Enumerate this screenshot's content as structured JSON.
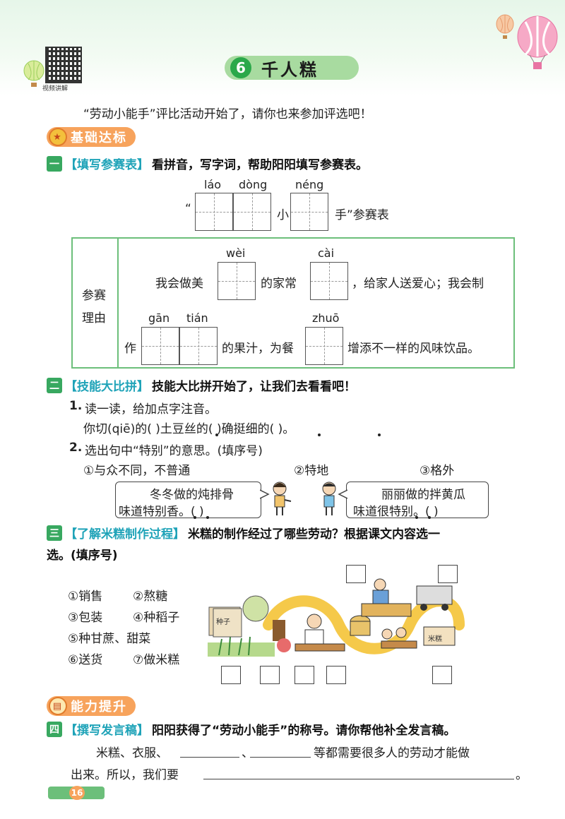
{
  "header": {
    "lesson_num": "6",
    "lesson_title": "千人糕",
    "qr_label": "视频讲解"
  },
  "intro": "“劳动小能手”评比活动开始了，请你也来参加评选吧！",
  "basic_section": {
    "label": "基础达标"
  },
  "q1": {
    "num": "一",
    "tag": "【填写参赛表】",
    "instruction": "看拼音，写字词，帮助阳阳填写参赛表。",
    "pinyin_laodong_1": "láo",
    "pinyin_laodong_2": "dòng",
    "pinyin_neng": "néng",
    "open_quote": "“",
    "xiao": "小",
    "title_end": "手”参赛表",
    "reason_label_1": "参赛",
    "reason_label_2": "理由",
    "pinyin_wei": "wèi",
    "pinyin_cai": "cài",
    "row1_a": "我会做美",
    "row1_b": "的家常",
    "row1_c": "，给家人送爱心；我会制",
    "pinyin_gan": "gān",
    "pinyin_tian": "tián",
    "pinyin_zhuo": "zhuō",
    "row2_a": "作",
    "row2_b": "的果汁，为餐",
    "row2_c": "增添不一样的风味饮品。"
  },
  "q2": {
    "num": "二",
    "tag": "【技能大比拼】",
    "instruction": "技能大比拼开始了，让我们去看看吧！",
    "sub1_num": "1.",
    "sub1_text": "读一读，给加点字注音。",
    "sub1_sentence": "你切(qiē)的(      )土豆丝的(      )确挺细的(      )。",
    "sub2_num": "2.",
    "sub2_text": "选出句中“特别”的意思。(填序号)",
    "options": [
      "①与众不同，不普通",
      "②特地",
      "③格外"
    ],
    "bubble_left_1": "冬冬做的炖排骨",
    "bubble_left_2": "味道特别香。(      )",
    "bubble_right_1": "丽丽做的拌黄瓜",
    "bubble_right_2": "味道很特别。(      )"
  },
  "q3": {
    "num": "三",
    "tag": "【了解米糕制作过程】",
    "instruction_1": "米糕的制作经过了哪些劳动？根据课文内容选一",
    "instruction_2": "选。(填序号)",
    "choices": [
      "①销售",
      "②熬糖",
      "③包装",
      "④种稻子",
      "⑤种甘蔗、甜菜",
      "⑥送货",
      "⑦做米糕"
    ],
    "seed_bag": "种子",
    "rice_box": "米糕"
  },
  "advance_section": {
    "label": "能力提升"
  },
  "q4": {
    "num": "四",
    "tag": "【撰写发言稿】",
    "instruction": "阳阳获得了“劳动小能手”的称号。请你帮他补全发言稿。",
    "line1_a": "米糕、衣服、",
    "line1_sep": "、",
    "line1_b": "等都需要很多人的劳动才能做",
    "line2_a": "出来。所以，我们要",
    "line2_end": "。"
  },
  "footer": {
    "page_num": "16"
  },
  "colors": {
    "green": "#38a860",
    "teal": "#1fa3b8",
    "orange": "#f7a35c",
    "table_border": "#6cbf7a"
  }
}
